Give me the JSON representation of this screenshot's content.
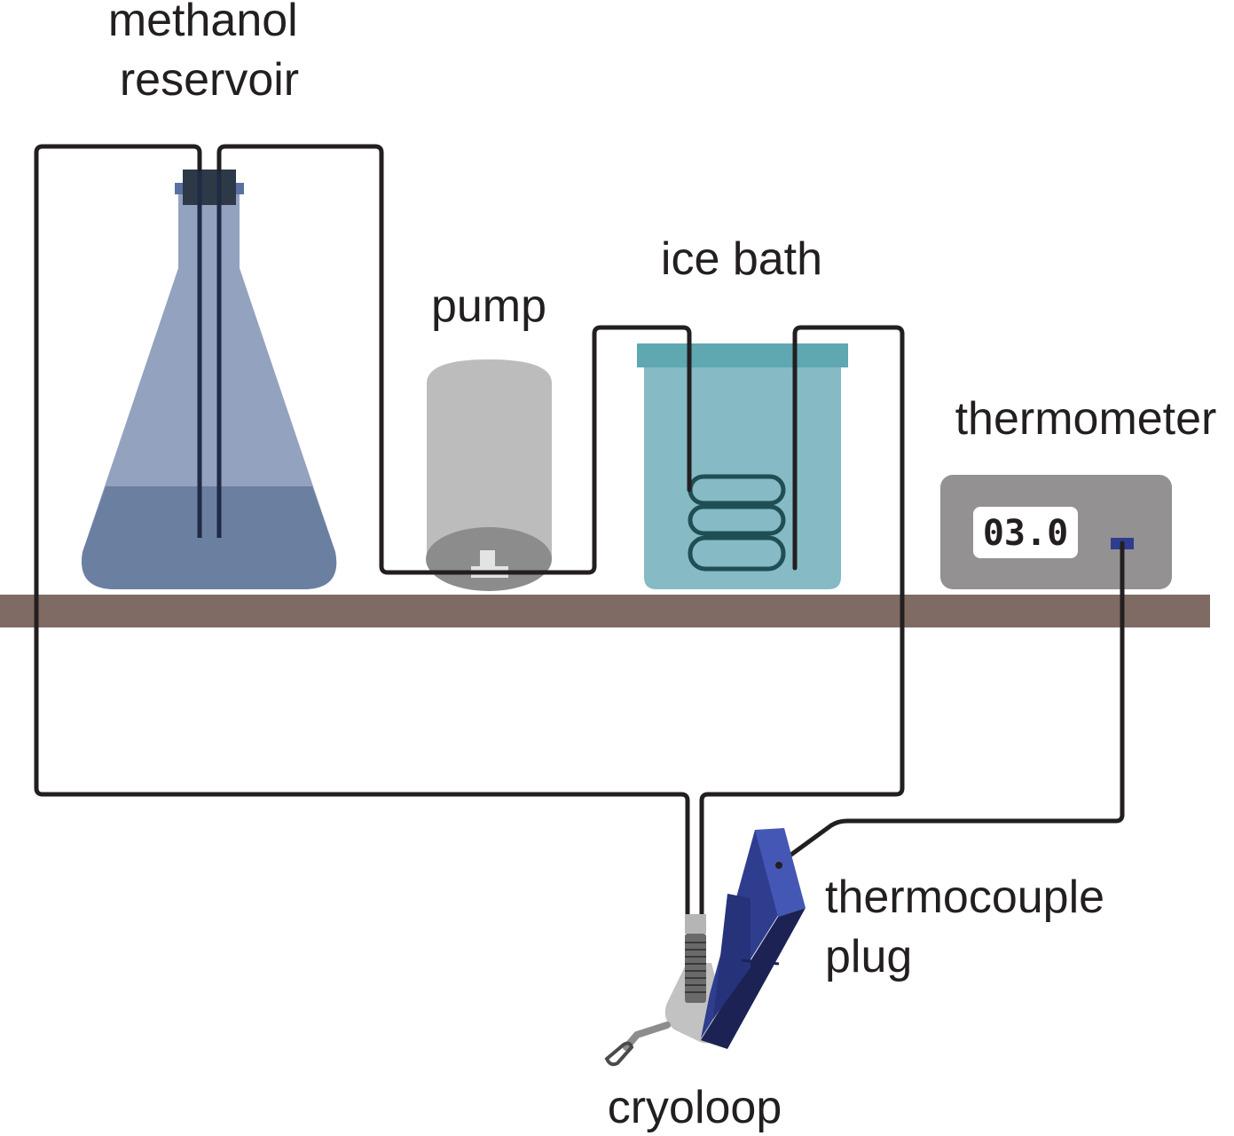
{
  "labels": {
    "methanol_reservoir": [
      "methanol",
      "reservoir"
    ],
    "pump": "pump",
    "ice_bath": "ice bath",
    "thermometer": "thermometer",
    "thermocouple_plug": [
      "thermocouple",
      "plug"
    ],
    "cryoloop": "cryoloop"
  },
  "thermometer_display": "03.0",
  "colors": {
    "shelf": "#7f6b63",
    "flask_glass": "#93a2bf",
    "flask_liquid": "#6b7fa1",
    "flask_stopper": "#2e3948",
    "pump_body": "#bcbcbc",
    "pump_base": "#8c8c8c",
    "ice_bath_body": "#86bac4",
    "ice_bath_rim": "#5fa7b1",
    "thermometer_body": "#939192",
    "thermocouple_plug": "#3a4aa0",
    "tubing": "#231f20"
  }
}
